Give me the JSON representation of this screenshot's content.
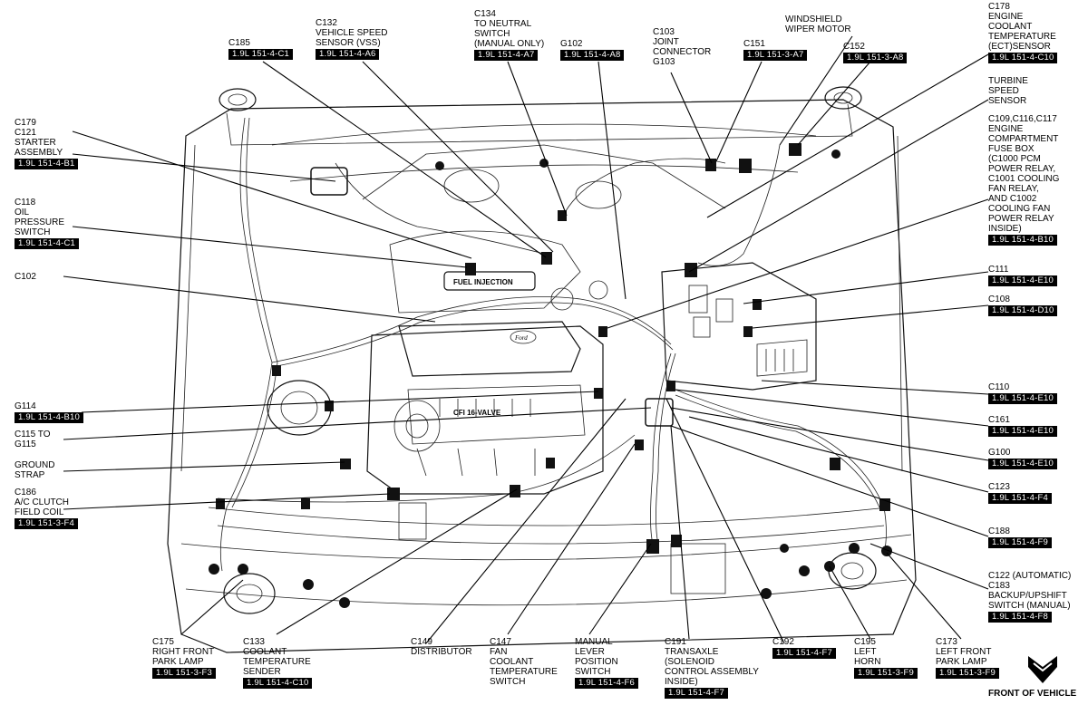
{
  "callouts": [
    {
      "id": "c185",
      "lines": [
        "C185"
      ],
      "ref": "1.9L 151-4-C1"
    },
    {
      "id": "c132",
      "lines": [
        "C132",
        "VEHICLE SPEED",
        "SENSOR (VSS)"
      ],
      "ref": "1.9L 151-4-A6"
    },
    {
      "id": "c134",
      "lines": [
        "C134",
        "TO NEUTRAL",
        "SWITCH",
        "(MANUAL ONLY)"
      ],
      "ref": "1.9L 151-4-A7"
    },
    {
      "id": "g102",
      "lines": [
        "G102"
      ],
      "ref": "1.9L 151-4-A8"
    },
    {
      "id": "c103",
      "lines": [
        "C103",
        "JOINT",
        "CONNECTOR",
        "G103"
      ],
      "ref": ""
    },
    {
      "id": "c151",
      "lines": [
        "C151"
      ],
      "ref": "1.9L 151-3-A7"
    },
    {
      "id": "wiper",
      "lines": [
        "WINDSHIELD",
        "WIPER MOTOR"
      ],
      "ref": ""
    },
    {
      "id": "c152",
      "lines": [
        "C152"
      ],
      "ref": "1.9L 151-3-A8"
    },
    {
      "id": "c178",
      "lines": [
        "C178",
        "ENGINE",
        "COOLANT",
        "TEMPERATURE",
        "(ECT)SENSOR"
      ],
      "ref": "1.9L 151-4-C10"
    },
    {
      "id": "turbine",
      "lines": [
        "TURBINE",
        "SPEED",
        "SENSOR"
      ],
      "ref": ""
    },
    {
      "id": "c109",
      "lines": [
        "C109,C116,C117",
        "ENGINE",
        "COMPARTMENT",
        "FUSE BOX",
        "(C1000 PCM",
        "POWER RELAY,",
        "C1001 COOLING",
        "FAN RELAY,",
        "AND C1002",
        "COOLING FAN",
        "POWER RELAY",
        "INSIDE)"
      ],
      "ref": "1.9L 151-4-B10"
    },
    {
      "id": "c111",
      "lines": [
        "C111"
      ],
      "ref": "1.9L 151-4-E10"
    },
    {
      "id": "c108",
      "lines": [
        "C108"
      ],
      "ref": "1.9L 151-4-D10"
    },
    {
      "id": "c110",
      "lines": [
        "C110"
      ],
      "ref": "1.9L 151-4-E10"
    },
    {
      "id": "c161",
      "lines": [
        "C161"
      ],
      "ref": "1.9L 151-4-E10"
    },
    {
      "id": "g100",
      "lines": [
        "G100"
      ],
      "ref": "1.9L 151-4-E10"
    },
    {
      "id": "c123",
      "lines": [
        "C123"
      ],
      "ref": "1.9L 151-4-F4"
    },
    {
      "id": "c188",
      "lines": [
        "C188"
      ],
      "ref": "1.9L 151-4-F9"
    },
    {
      "id": "c122",
      "lines": [
        "C122 (AUTOMATIC)",
        "C183",
        "BACKUP/UPSHIFT",
        "SWITCH (MANUAL)"
      ],
      "ref": "1.9L 151-4-F8"
    },
    {
      "id": "c179",
      "lines": [
        "C179",
        "C121",
        "STARTER",
        "ASSEMBLY"
      ],
      "ref": "1.9L 151-4-B1"
    },
    {
      "id": "c118",
      "lines": [
        "C118",
        "OIL",
        "PRESSURE",
        "SWITCH"
      ],
      "ref": "1.9L 151-4-C1"
    },
    {
      "id": "c102",
      "lines": [
        "C102"
      ],
      "ref": ""
    },
    {
      "id": "g114",
      "lines": [
        "G114"
      ],
      "ref": "1.9L 151-4-B10"
    },
    {
      "id": "c115",
      "lines": [
        "C115 TO",
        "G115"
      ],
      "ref": ""
    },
    {
      "id": "ground",
      "lines": [
        "GROUND",
        "STRAP"
      ],
      "ref": ""
    },
    {
      "id": "c186",
      "lines": [
        "C186",
        "A/C CLUTCH",
        "FIELD COIL"
      ],
      "ref": "1.9L 151-3-F4"
    },
    {
      "id": "c175",
      "lines": [
        "C175",
        "RIGHT FRONT",
        "PARK LAMP"
      ],
      "ref": "1.9L 151-3-F3"
    },
    {
      "id": "c133",
      "lines": [
        "C133",
        "COOLANT",
        "TEMPERATURE",
        "SENDER"
      ],
      "ref": "1.9L 151-4-C10"
    },
    {
      "id": "c149",
      "lines": [
        "C149",
        "DISTRIBUTOR"
      ],
      "ref": ""
    },
    {
      "id": "c147",
      "lines": [
        "C147",
        "FAN",
        "COOLANT",
        "TEMPERATURE",
        "SWITCH"
      ],
      "ref": ""
    },
    {
      "id": "manual",
      "lines": [
        "MANUAL",
        "LEVER",
        "POSITION",
        "SWITCH"
      ],
      "ref": "1.9L 151-4-F6"
    },
    {
      "id": "c191",
      "lines": [
        "C191",
        "TRANSAXLE",
        "(SOLENOID",
        "CONTROL ASSEMBLY",
        "INSIDE)"
      ],
      "ref": "1.9L 151-4-F7"
    },
    {
      "id": "c192",
      "lines": [
        "C192"
      ],
      "ref": "1.9L 151-4-F7"
    },
    {
      "id": "c195",
      "lines": [
        "C195",
        "LEFT",
        "HORN"
      ],
      "ref": "1.9L 151-3-F9"
    },
    {
      "id": "c173",
      "lines": [
        "C173",
        "LEFT FRONT",
        "PARK LAMP"
      ],
      "ref": "1.9L 151-3-F9"
    }
  ],
  "engine_labels": {
    "fuel_injection": "FUEL INJECTION",
    "cover_text": "CFI  16-VALVE",
    "badge": "Ford"
  },
  "front_label": "FRONT OF VEHICLE"
}
